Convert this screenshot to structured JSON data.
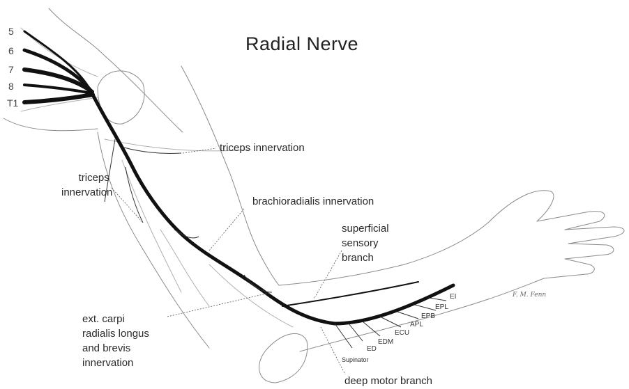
{
  "title": "Radial Nerve",
  "roots": [
    "5",
    "6",
    "7",
    "8",
    "T1"
  ],
  "labels": {
    "triceps_upper": "triceps innervation",
    "triceps_left_line1": "triceps",
    "triceps_left_line2": "innervation",
    "brachioradialis": "brachioradialis innervation",
    "superficial_line1": "superficial",
    "superficial_line2": "sensory",
    "superficial_line3": "branch",
    "ecr_line1": "ext. carpi",
    "ecr_line2": "radialis longus",
    "ecr_line3": "and brevis",
    "ecr_line4": "innervation",
    "deep_motor": "deep motor branch"
  },
  "muscles": [
    "EI",
    "EPL",
    "EPB",
    "APL",
    "ECU",
    "EDM",
    "ED",
    "Supinator"
  ],
  "signature": "F. M. Fenn"
}
